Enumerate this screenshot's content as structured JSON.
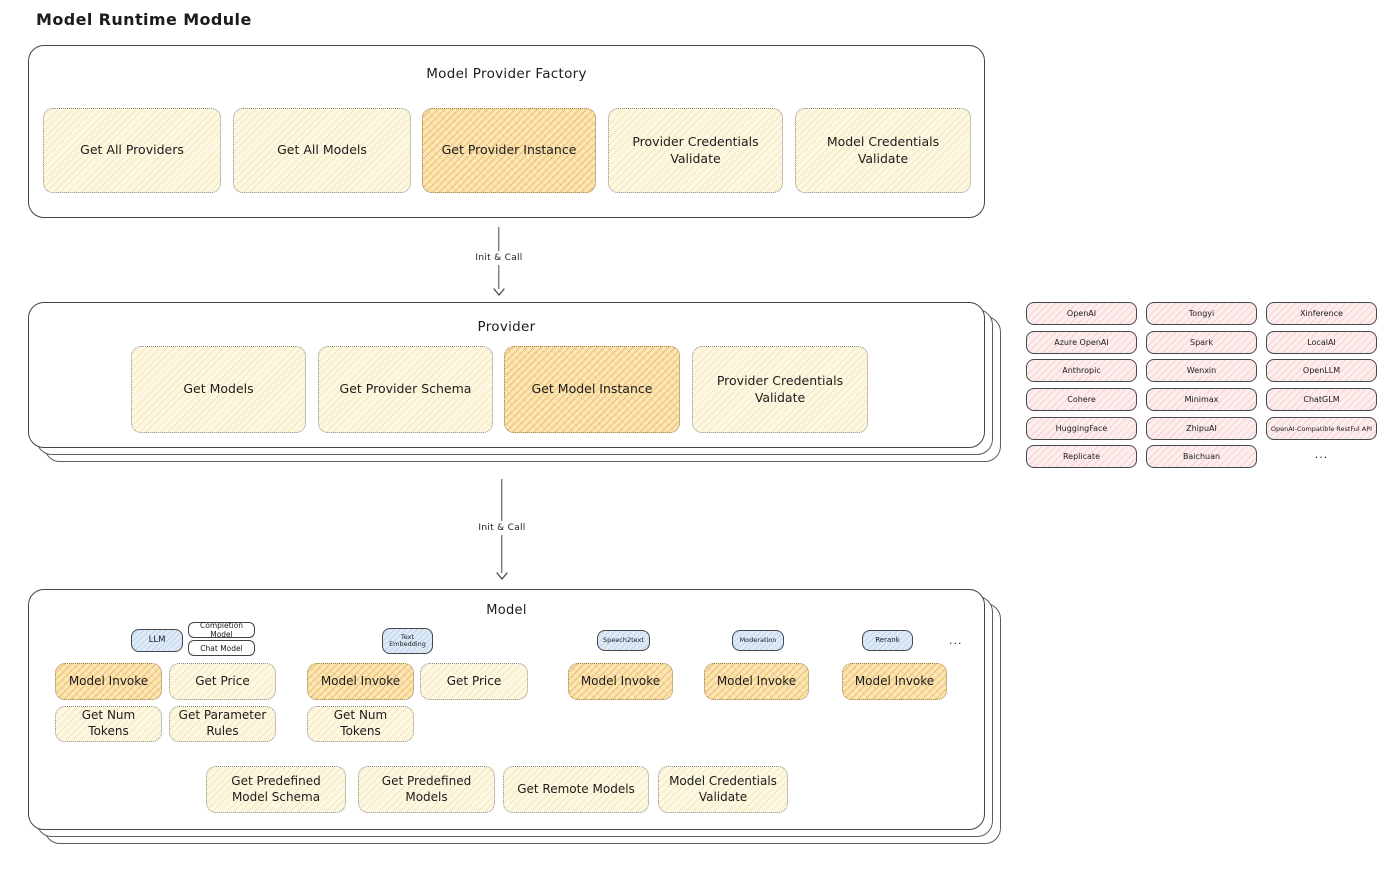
{
  "page_title": "Model Runtime Module",
  "arrows": {
    "init_call_1": "Init & Call",
    "init_call_2": "Init & Call"
  },
  "factory": {
    "title": "Model Provider Factory",
    "buttons": [
      {
        "label": "Get All Providers",
        "variant": "yellow"
      },
      {
        "label": "Get All Models",
        "variant": "yellow"
      },
      {
        "label": "Get Provider Instance",
        "variant": "orange"
      },
      {
        "label": "Provider Credentials Validate",
        "variant": "yellow"
      },
      {
        "label": "Model Credentials Validate",
        "variant": "yellow"
      }
    ]
  },
  "provider": {
    "title": "Provider",
    "buttons": [
      {
        "label": "Get Models",
        "variant": "yellow"
      },
      {
        "label": "Get Provider Schema",
        "variant": "yellow"
      },
      {
        "label": "Get Model Instance",
        "variant": "orange"
      },
      {
        "label": "Provider Credentials Validate",
        "variant": "yellow"
      }
    ]
  },
  "providers_panel": {
    "items": [
      "OpenAI",
      "Azure OpenAI",
      "Anthropic",
      "Cohere",
      "HuggingFace",
      "Replicate",
      "Tongyi",
      "Spark",
      "Wenxin",
      "Minimax",
      "ZhipuAI",
      "Baichuan",
      "Xinference",
      "LocalAI",
      "OpenLLM",
      "ChatGLM",
      "OpenAI-Compatible RestFul API"
    ],
    "more": "..."
  },
  "model": {
    "title": "Model",
    "tabs": {
      "llm": "LLM",
      "completion_model": "Completion Model",
      "chat_model": "Chat Model",
      "text_embedding": "Text Embedding",
      "speech2text": "Speech2text",
      "moderation": "Moderation",
      "rerank": "Rerank",
      "more": "..."
    },
    "buttons": {
      "llm_invoke": "Model Invoke",
      "llm_get_price": "Get Price",
      "llm_get_num_tokens": "Get Num Tokens",
      "llm_get_parameter_rules": "Get Parameter Rules",
      "te_invoke": "Model Invoke",
      "te_get_price": "Get Price",
      "te_get_num_tokens": "Get Num Tokens",
      "s2t_invoke": "Model Invoke",
      "moderation_invoke": "Model Invoke",
      "rerank_invoke": "Model Invoke",
      "get_predefined_model_schema": "Get Predefined Model Schema",
      "get_predefined_models": "Get Predefined Models",
      "get_remote_models": "Get Remote Models",
      "model_credentials_validate": "Model Credentials Validate"
    }
  },
  "colors": {
    "yellow_fill": "#FDF8E3",
    "orange_fill": "#FBE6B7",
    "pink_fill": "#FDEDED",
    "blue_fill": "#DEEBF7",
    "box_border": "#41444A",
    "arrow": "#4A4A4A"
  }
}
